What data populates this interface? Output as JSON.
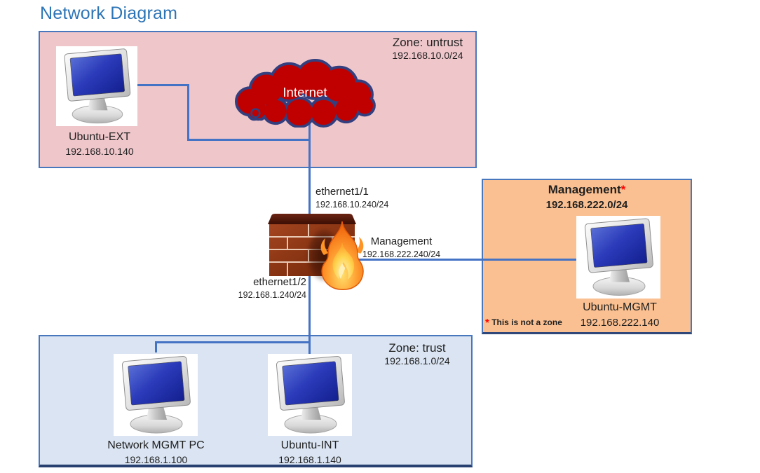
{
  "title": "Network Diagram",
  "colors": {
    "title_blue": "#2E75B6",
    "connector_blue": "#4472C4",
    "untrust_fill": "#EFC7CB",
    "trust_fill": "#DAE4F2",
    "management_fill": "#FAC091",
    "cloud_red": "#C00000",
    "cloud_outline": "#333F7E",
    "asterisk_red": "#FF0000"
  },
  "zones": {
    "untrust": {
      "label": "Zone: untrust",
      "subnet": "192.168.10.0/24"
    },
    "trust": {
      "label": "Zone: trust",
      "subnet": "192.168.1.0/24"
    },
    "management": {
      "label": "Management",
      "asterisk": "*",
      "subnet": "192.168.222.0/24",
      "footnote_star": "*",
      "footnote_text": "This is not a zone"
    }
  },
  "nodes": {
    "internet": {
      "label": "Internet"
    },
    "ubuntu_ext": {
      "name": "Ubuntu-EXT",
      "ip": "192.168.10.140"
    },
    "ubuntu_mgmt": {
      "name": "Ubuntu-MGMT",
      "ip": "192.168.222.140"
    },
    "network_mgmt_pc": {
      "name": "Network MGMT PC",
      "ip": "192.168.1.100"
    },
    "ubuntu_int": {
      "name": "Ubuntu-INT",
      "ip": "192.168.1.140"
    }
  },
  "interfaces": {
    "ethernet11": {
      "name": "ethernet1/1",
      "ip": "192.168.10.240/24"
    },
    "ethernet12": {
      "name": "ethernet1/2",
      "ip": "192.168.1.240/24"
    },
    "management": {
      "name": "Management",
      "ip": "192.168.222.240/24"
    }
  },
  "icons": {
    "computer": "computer-icon",
    "cloud": "internet-cloud-icon",
    "firewall": "firewall-brick-wall-icon",
    "flame": "flame-icon"
  }
}
